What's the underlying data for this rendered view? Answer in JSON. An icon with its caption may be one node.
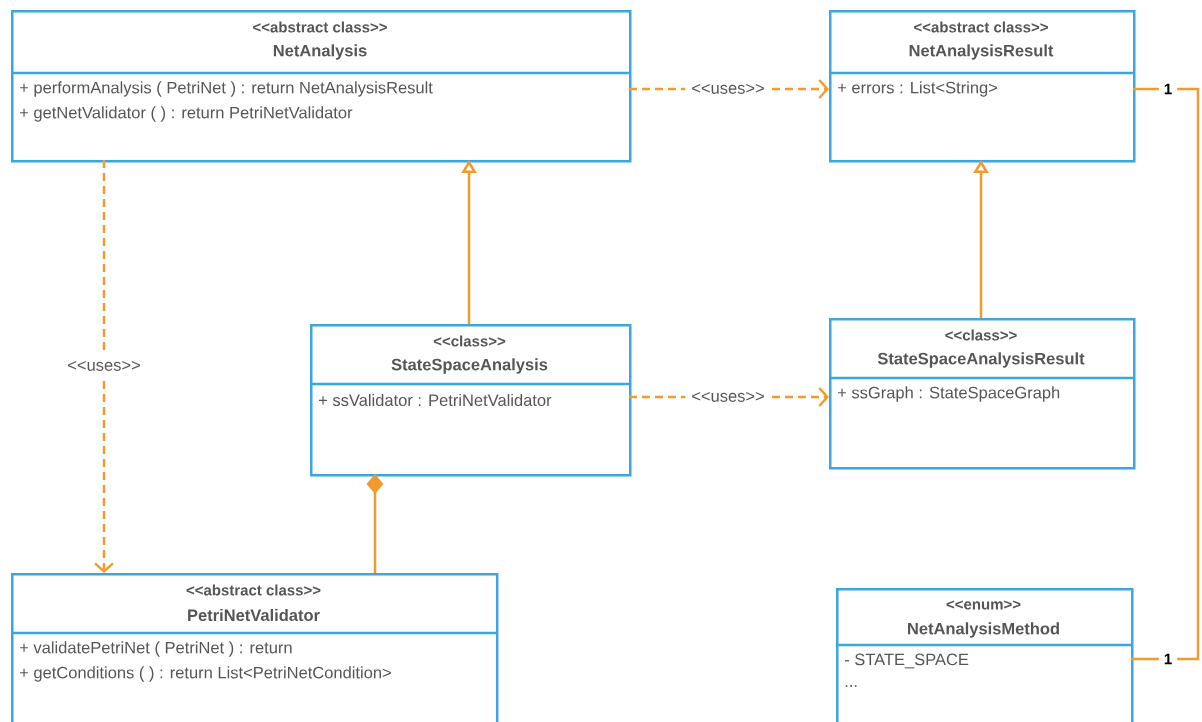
{
  "diagram": {
    "nodes": [
      {
        "text": [
          "<<abstract class>>",
          "NetAnalysis",
          "+ performAnalysis ( PetriNet ) : return NetAnalysisResult",
          "+ getNetValidator ( ) : return PetriNetValidator"
        ]
      },
      {
        "text": [
          "<<abstract class>>",
          "NetAnalysisResult",
          "+ errors : List<String>"
        ]
      },
      {
        "text": [
          "<<class>>",
          "StateSpaceAnalysis",
          "+  ssValidator : PetriNetValidator"
        ]
      },
      {
        "text": [
          "<<class>>",
          "StateSpaceAnalysisResult",
          "+ ssGraph : StateSpaceGraph"
        ]
      },
      {
        "text": [
          "<<abstract class>>",
          "PetriNetValidator",
          "+ validatePetriNet ( PetriNet ) : return",
          "+ getConditions ( )  : return List<PetriNetCondition>"
        ]
      },
      {
        "text": [
          "<<enum>>",
          "NetAnalysisMethod",
          "- STATE_SPACE",
          "..."
        ]
      }
    ],
    "edges": [
      {
        "from": 0,
        "to": 1,
        "arrow": "to",
        "label": "<<uses>>",
        "style": "dashed"
      },
      {
        "from": 0,
        "to": 4,
        "arrow": "to",
        "label": "<<uses>>",
        "style": "dashed"
      },
      {
        "from": 2,
        "to": 0,
        "arrow": "to"
      },
      {
        "from": 3,
        "to": 1,
        "arrow": "to"
      },
      {
        "from": 4,
        "to": 2,
        "arrow": "other"
      },
      {
        "from": 2,
        "to": 3,
        "arrow": "to",
        "label": "<<uses>>",
        "style": "dashed"
      },
      {
        "from": 1,
        "to": 5,
        "arrow": "none"
      }
    ],
    "labels": [
      "1",
      "1"
    ]
  }
}
